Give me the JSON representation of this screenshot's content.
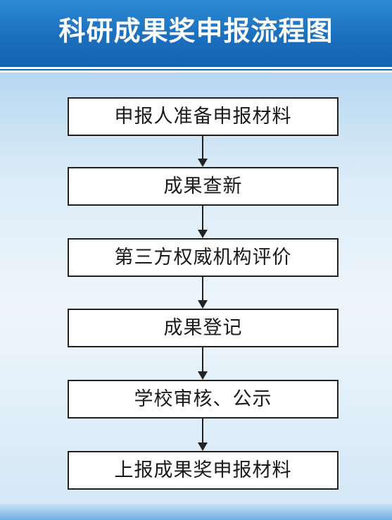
{
  "title": "科研成果奖申报流程图",
  "steps": [
    {
      "label": "申报人准备申报材料"
    },
    {
      "label": "成果查新"
    },
    {
      "label": "第三方权威机构评价"
    },
    {
      "label": "成果登记"
    },
    {
      "label": "学校审核、公示"
    },
    {
      "label": "上报成果奖申报材料"
    }
  ],
  "colors": {
    "header": "#1b6fbd",
    "background": "#dcecf8",
    "box_border": "#222222"
  }
}
